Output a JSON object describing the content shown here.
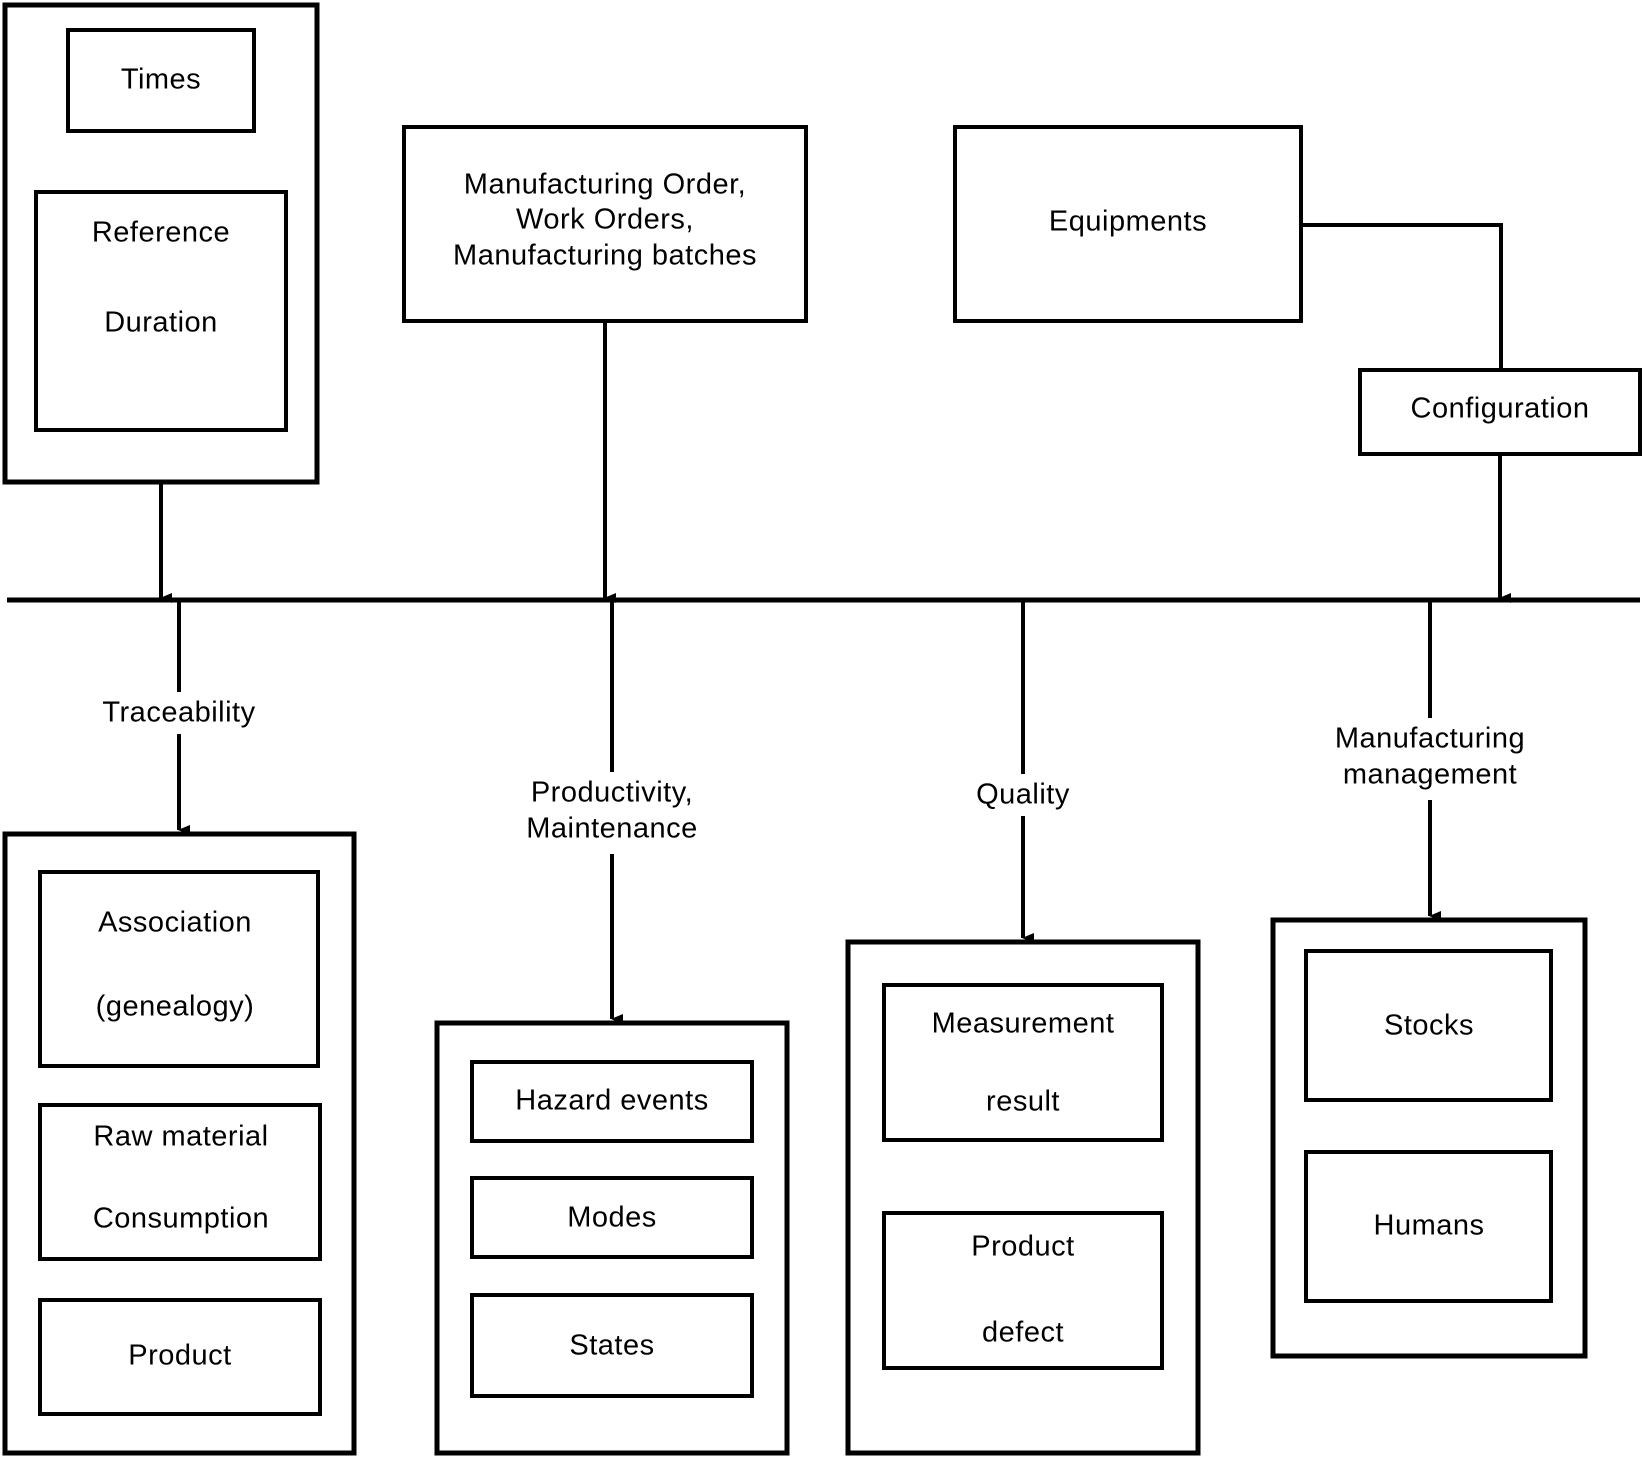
{
  "inputs": {
    "times_group": {
      "times": "Times",
      "reference": "Reference",
      "duration": "Duration"
    },
    "orders": {
      "line1": "Manufacturing Order,",
      "line2": "Work Orders,",
      "line3": "Manufacturing batches"
    },
    "equipments": "Equipments",
    "configuration": "Configuration"
  },
  "outputs": {
    "traceability": {
      "label": "Traceability",
      "association_line1": "Association",
      "association_line2": "(genealogy)",
      "raw_material_line1": "Raw material",
      "raw_material_line2": "Consumption",
      "product": "Product"
    },
    "productivity": {
      "label_line1": "Productivity,",
      "label_line2": "Maintenance",
      "hazard": "Hazard events",
      "modes": "Modes",
      "states": "States"
    },
    "quality": {
      "label": "Quality",
      "measurement_line1": "Measurement",
      "measurement_line2": "result",
      "defect_line1": "Product",
      "defect_line2": "defect"
    },
    "manufacturing": {
      "label_line1": "Manufacturing",
      "label_line2": "management",
      "stocks": "Stocks",
      "humans": "Humans"
    }
  }
}
